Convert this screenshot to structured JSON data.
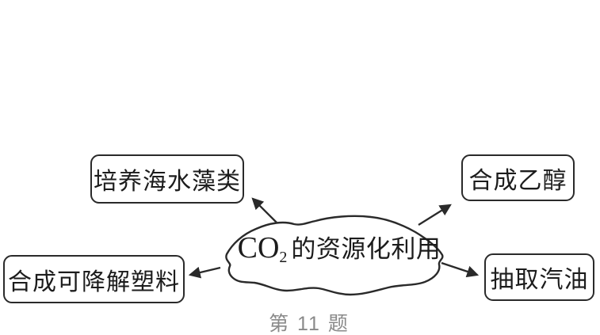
{
  "colors": {
    "ink": "#2a2a2a",
    "text": "#1c1c1c",
    "caption_gray": "#8a8a8a",
    "background": "#ffffff"
  },
  "diagram": {
    "center_node": {
      "formula": "CO",
      "formula_subscript": "2",
      "suffix": "的资源化利用"
    },
    "nodes": [
      {
        "id": "cultivate-algae",
        "label": "培养海水藻类",
        "position": "top-left"
      },
      {
        "id": "synthesize-ethanol",
        "label": "合成乙醇",
        "position": "top-right"
      },
      {
        "id": "synthesize-degradable-plastic",
        "label": "合成可降解塑料",
        "position": "bottom-left"
      },
      {
        "id": "extract-gasoline",
        "label": "抽取汽油",
        "position": "bottom-right"
      }
    ],
    "arrows": [
      {
        "from": "center",
        "to": "cultivate-algae"
      },
      {
        "from": "center",
        "to": "synthesize-ethanol"
      },
      {
        "from": "center",
        "to": "synthesize-degradable-plastic"
      },
      {
        "from": "center",
        "to": "extract-gasoline"
      }
    ],
    "caption": "第 11 题"
  }
}
